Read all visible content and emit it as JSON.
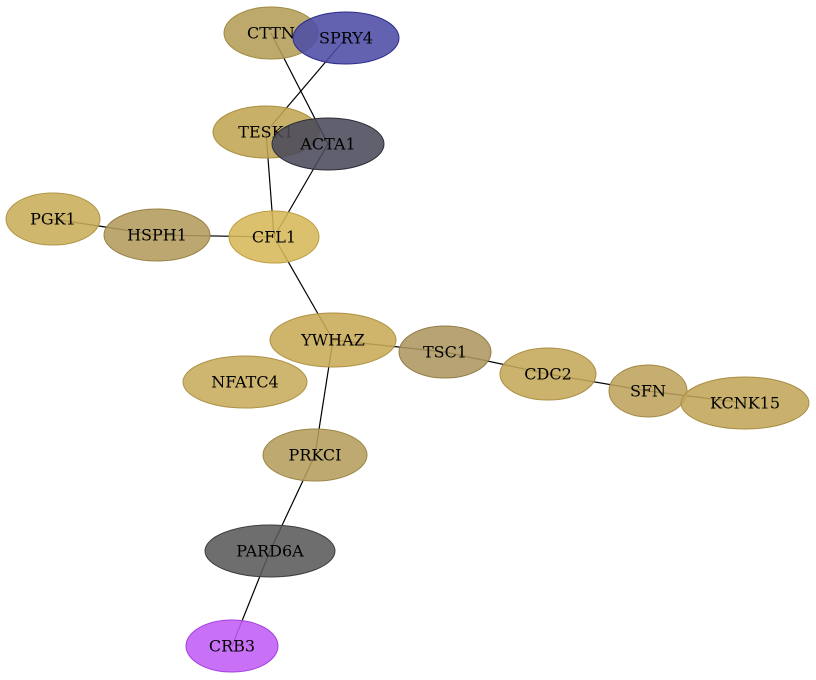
{
  "nodes": [
    {
      "id": "CTTN",
      "label": "CTTN",
      "fill": "#b39d56",
      "stroke": "#a08a45"
    },
    {
      "id": "SPRY4",
      "label": "SPRY4",
      "fill": "#4c4ca6",
      "stroke": "#2e2e8a"
    },
    {
      "id": "TESK1",
      "label": "TESK1",
      "fill": "#c2a553",
      "stroke": "#a8903f"
    },
    {
      "id": "ACTA1",
      "label": "ACTA1",
      "fill": "#4a4a5a",
      "stroke": "#2f2f3a"
    },
    {
      "id": "PGK1",
      "label": "PGK1",
      "fill": "#c8ad5a",
      "stroke": "#b09645"
    },
    {
      "id": "HSPH1",
      "label": "HSPH1",
      "fill": "#b39b5c",
      "stroke": "#998246"
    },
    {
      "id": "CFL1",
      "label": "CFL1",
      "fill": "#d6b85a",
      "stroke": "#bd9f43"
    },
    {
      "id": "YWHAZ",
      "label": "YWHAZ",
      "fill": "#c8aa58",
      "stroke": "#ae9142"
    },
    {
      "id": "TSC1",
      "label": "TSC1",
      "fill": "#ad975e",
      "stroke": "#927d47"
    },
    {
      "id": "NFATC4",
      "label": "NFATC4",
      "fill": "#c7ab5c",
      "stroke": "#ad9246"
    },
    {
      "id": "CDC2",
      "label": "CDC2",
      "fill": "#c4a759",
      "stroke": "#aa8e43"
    },
    {
      "id": "SFN",
      "label": "SFN",
      "fill": "#bea25c",
      "stroke": "#a48946"
    },
    {
      "id": "KCNK15",
      "label": "KCNK15",
      "fill": "#c2a659",
      "stroke": "#a88d43"
    },
    {
      "id": "PRKCI",
      "label": "PRKCI",
      "fill": "#b59e5c",
      "stroke": "#9b8546"
    },
    {
      "id": "PARD6A",
      "label": "PARD6A",
      "fill": "#5a5a5a",
      "stroke": "#3e3e3e"
    },
    {
      "id": "CRB3",
      "label": "CRB3",
      "fill": "#c05cf5",
      "stroke": "#a53fe0"
    }
  ],
  "edges": [
    {
      "source": "CTTN",
      "target": "ACTA1"
    },
    {
      "source": "SPRY4",
      "target": "TESK1"
    },
    {
      "source": "TESK1",
      "target": "CFL1"
    },
    {
      "source": "ACTA1",
      "target": "CFL1"
    },
    {
      "source": "PGK1",
      "target": "HSPH1"
    },
    {
      "source": "HSPH1",
      "target": "CFL1"
    },
    {
      "source": "CFL1",
      "target": "YWHAZ"
    },
    {
      "source": "YWHAZ",
      "target": "TSC1"
    },
    {
      "source": "TSC1",
      "target": "CDC2"
    },
    {
      "source": "CDC2",
      "target": "SFN"
    },
    {
      "source": "SFN",
      "target": "KCNK15"
    },
    {
      "source": "YWHAZ",
      "target": "PRKCI"
    },
    {
      "source": "PRKCI",
      "target": "PARD6A"
    },
    {
      "source": "PARD6A",
      "target": "CRB3"
    }
  ]
}
